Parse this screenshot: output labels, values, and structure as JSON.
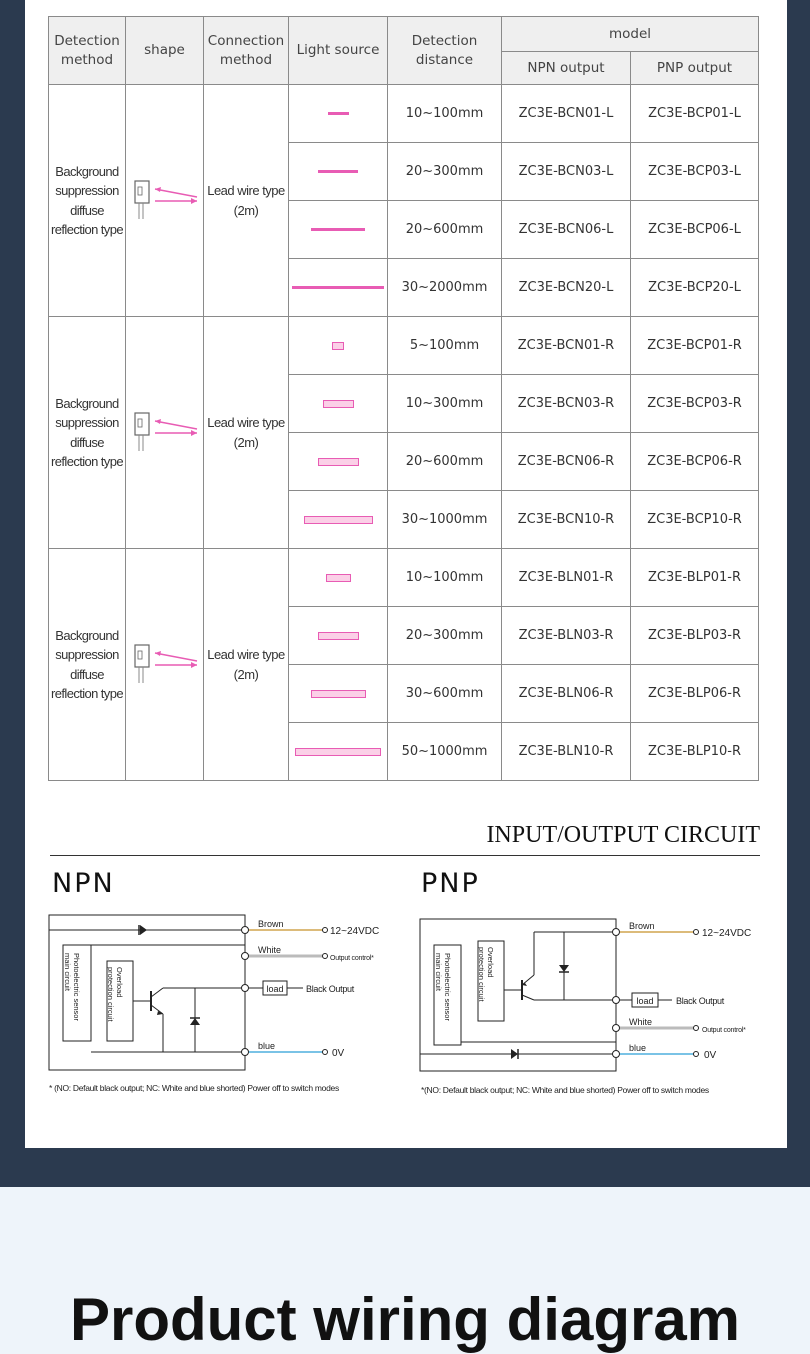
{
  "table": {
    "headers": {
      "detection_method": "Detection method",
      "shape": "shape",
      "connection_method": "Connection method",
      "light_source": "Light source",
      "detection_distance": "Detection distance",
      "model": "model",
      "npn_output": "NPN output",
      "pnp_output": "PNP output"
    },
    "groups": [
      {
        "method": "Background suppression diffuse reflection type",
        "connection": "Lead wire type (2m)",
        "rows": [
          {
            "beam": "line",
            "beam_pct": 0.22,
            "distance": "10~100mm",
            "npn": "ZC3E-BCN01-L",
            "pnp": "ZC3E-BCP01-L"
          },
          {
            "beam": "line",
            "beam_pct": 0.42,
            "distance": "20~300mm",
            "npn": "ZC3E-BCN03-L",
            "pnp": "ZC3E-BCP03-L"
          },
          {
            "beam": "line",
            "beam_pct": 0.57,
            "distance": "20~600mm",
            "npn": "ZC3E-BCN06-L",
            "pnp": "ZC3E-BCP06-L"
          },
          {
            "beam": "line",
            "beam_pct": 0.97,
            "distance": "30~2000mm",
            "npn": "ZC3E-BCN20-L",
            "pnp": "ZC3E-BCP20-L"
          }
        ]
      },
      {
        "method": "Background suppression diffuse reflection type",
        "connection": "Lead wire type (2m)",
        "rows": [
          {
            "beam": "rect",
            "beam_pct": 0.13,
            "distance": "5~100mm",
            "npn": "ZC3E-BCN01-R",
            "pnp": "ZC3E-BCP01-R"
          },
          {
            "beam": "rect",
            "beam_pct": 0.33,
            "distance": "10~300mm",
            "npn": "ZC3E-BCN03-R",
            "pnp": "ZC3E-BCP03-R"
          },
          {
            "beam": "rect",
            "beam_pct": 0.43,
            "distance": "20~600mm",
            "npn": "ZC3E-BCN06-R",
            "pnp": "ZC3E-BCP06-R"
          },
          {
            "beam": "rect",
            "beam_pct": 0.73,
            "distance": "30~1000mm",
            "npn": "ZC3E-BCN10-R",
            "pnp": "ZC3E-BCP10-R"
          }
        ]
      },
      {
        "method": "Background suppression diffuse reflection type",
        "connection": "Lead wire type (2m)",
        "rows": [
          {
            "beam": "rect",
            "beam_pct": 0.26,
            "distance": "10~100mm",
            "npn": "ZC3E-BLN01-R",
            "pnp": "ZC3E-BLP01-R"
          },
          {
            "beam": "rect",
            "beam_pct": 0.43,
            "distance": "20~300mm",
            "npn": "ZC3E-BLN03-R",
            "pnp": "ZC3E-BLP03-R"
          },
          {
            "beam": "rect",
            "beam_pct": 0.58,
            "distance": "30~600mm",
            "npn": "ZC3E-BLN06-R",
            "pnp": "ZC3E-BLP06-R"
          },
          {
            "beam": "rect",
            "beam_pct": 0.91,
            "distance": "50~1000mm",
            "npn": "ZC3E-BLN10-R",
            "pnp": "ZC3E-BLP10-R"
          }
        ]
      }
    ]
  },
  "circuit": {
    "title": "INPUT/OUTPUT CIRCUIT",
    "npn_label": "NPN",
    "pnp_label": "PNP",
    "brown": "Brown",
    "white": "White",
    "blue": "blue",
    "load": "load",
    "black_output": "Black Output",
    "output_control": "Output control*",
    "supply": "12~24VDC",
    "zero_v": "0V",
    "main_circuit": "Photoelectric sensor main circuit",
    "protection": "Overload protection circuit",
    "npn_footnote": "* (NO: Default black output; NC: White and blue shorted) Power off to switch modes",
    "pnp_footnote": "*(NO: Default black output; NC: White and blue shorted) Power off to switch modes"
  },
  "page_heading": "Product wiring diagram",
  "colors": {
    "beam": "#e85cb4",
    "beam_fill": "#fbd0e7",
    "brown_wire": "#c8922a",
    "white_wire": "#bbbbbb",
    "blue_wire": "#2a9fd8",
    "band": "#2b3a4f",
    "bottom_bg": "#eef4fa"
  }
}
